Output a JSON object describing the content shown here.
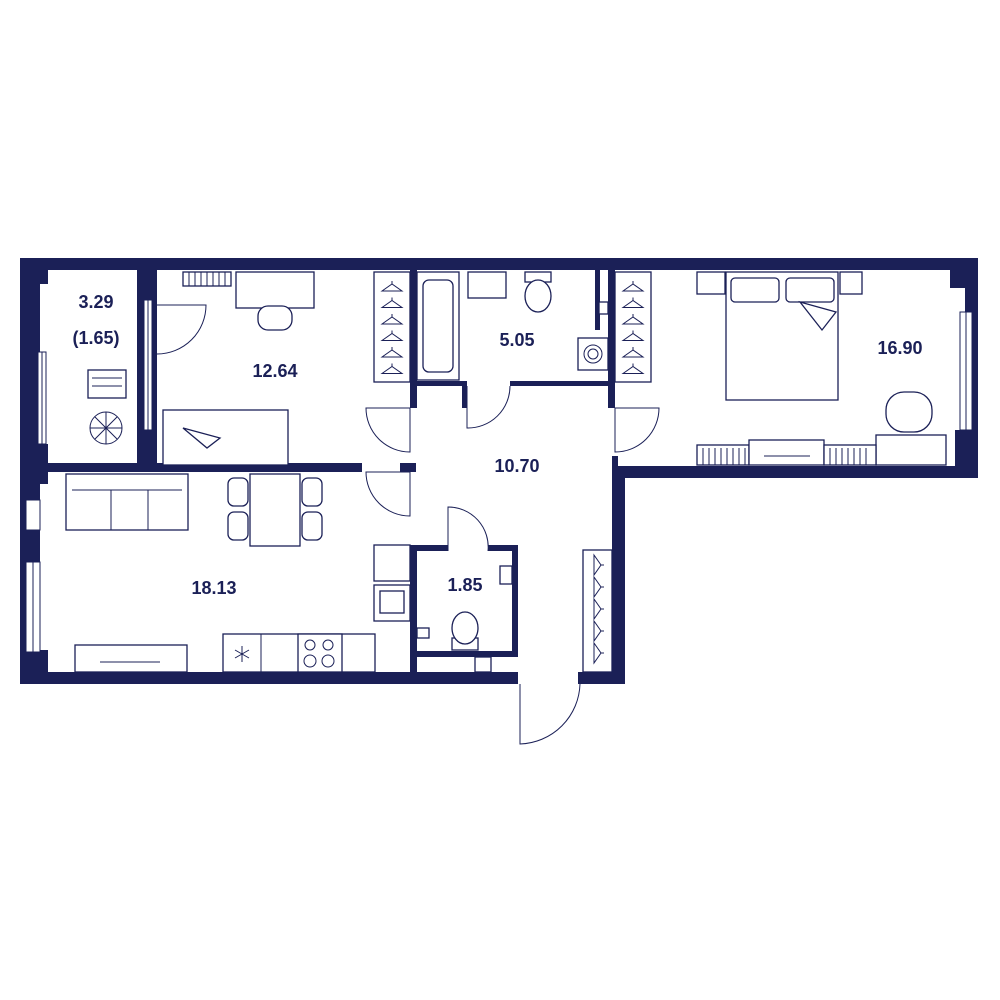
{
  "colors": {
    "wall": "#1b2057",
    "background": "#ffffff",
    "text": "#1b2057"
  },
  "rooms": {
    "balcony": {
      "area": "3.29",
      "reduced_area": "(1.65)"
    },
    "bedroom_small": {
      "area": "12.64"
    },
    "bathroom": {
      "area": "5.05"
    },
    "bedroom_large": {
      "area": "16.90"
    },
    "hallway": {
      "area": "10.70"
    },
    "toilet": {
      "area": "1.85"
    },
    "kitchen_living": {
      "area": "18.13"
    }
  },
  "icons": [
    "plant-icon",
    "snowflake-icon",
    "stove-icon",
    "washing-machine-icon",
    "hanger-icon"
  ]
}
